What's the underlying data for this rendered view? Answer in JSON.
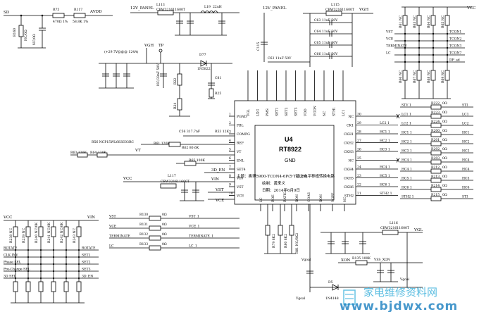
{
  "chip": {
    "ref": "U4",
    "part": "RT8922",
    "gnd": "GND",
    "note1": "主题：奥博5900-TCON4-6P(5·TCON)",
    "note2": "版之电平移植转换电路",
    "note3": "绘制：黄来义",
    "note4": "日期：2014年6月9日",
    "left_pins": [
      {
        "num": "1",
        "name": "PGND"
      },
      {
        "num": "2",
        "name": "FBL"
      },
      {
        "num": "3",
        "name": "COMPG"
      },
      {
        "num": "4",
        "name": "REF"
      },
      {
        "num": "5",
        "name": "VT"
      },
      {
        "num": "6",
        "name": "ENL"
      },
      {
        "num": "7",
        "name": "SET4"
      },
      {
        "num": "8",
        "name": "VIN"
      },
      {
        "num": "9",
        "name": "VST"
      },
      {
        "num": "10",
        "name": "VCE"
      }
    ],
    "right_pins": [
      {
        "num": "30",
        "name": "NC"
      },
      {
        "num": "29",
        "name": "CK1"
      },
      {
        "num": "28",
        "name": "CKH1"
      },
      {
        "num": "27",
        "name": "CKH2"
      },
      {
        "num": "26",
        "name": "CKH3"
      },
      {
        "num": "25",
        "name": "NC"
      },
      {
        "num": "24",
        "name": "CKH4"
      },
      {
        "num": "23",
        "name": "CKH5"
      },
      {
        "num": "22",
        "name": "CKH6"
      },
      {
        "num": "21",
        "name": "STH2"
      }
    ],
    "top_pins": [
      "VGL",
      "LXG",
      "PMS",
      "SET1",
      "SET2",
      "SET3",
      "VDD",
      "VGON",
      "NC",
      "STH1",
      "LC1"
    ],
    "bottom_pins": [
      "LC",
      "ROE",
      "RATIO",
      "XON",
      "GOAS",
      "XON",
      "VGPF",
      "NC"
    ]
  },
  "top_left": {
    "r75": "R75",
    "r75_val": "470Ω 1%",
    "r117": "R117",
    "r117_val": "58.8K 1%",
    "avdd": "AVDD",
    "sd": "SD",
    "r160": "R160",
    "r160_val": "NC/0Ω",
    "c_nc": "NC/0Ω"
  },
  "top_mid": {
    "panel1": "12V_PANEL",
    "l113": "L113",
    "l113_val": "CBW321611600T",
    "l19": "L19",
    "l19_val": "22uH",
    "panel2": "12V_PANEL",
    "c115": "C115",
    "vgh_label": "VGH",
    "tp": "TP",
    "d77": "D77",
    "d77_val": "1N5822",
    "vgh_range": "(+29.7V@@@ 124A)",
    "r22": "R22",
    "r24": "R24",
    "c81": "C81",
    "r25": "R25",
    "c_nc2": "NC/33nF 50V"
  },
  "top_right": {
    "l115": "L115",
    "l115_val": "CBW321611600T",
    "vgh": "VGH",
    "caps": [
      "C63 11uF 50V",
      "C64 11uF 50V",
      "C65 11uF 50V",
      "C66 11uF 50V"
    ],
    "c_lx": "C63 11uF 50V"
  },
  "connector": {
    "vcc": "VCC",
    "res": [
      "R61 NC",
      "R63 NC",
      "R64 NC",
      "R65 NC"
    ],
    "rows": [
      {
        "left": "VST",
        "right": "TCON1"
      },
      {
        "left": "VCE",
        "right": "TCON2"
      },
      {
        "left": "TERMINATE",
        "right": "TCON3"
      },
      {
        "left": "LC",
        "right": "TCON7"
      },
      {
        "left": "",
        "right": "DP_ad"
      }
    ],
    "lower_res": [
      "R66 NC",
      "R67 NC",
      "R68 NC",
      "R69 NC"
    ]
  },
  "left_nets": {
    "r56": "R56 NCP15WL683E03RC",
    "c_comp": "C56 317.7nF",
    "r53": "R53 12K",
    "r61": "R61 120K",
    "r62": "R62 80.6K",
    "r63": "R63 120K",
    "r64": "R64 120K",
    "r65": "R65 100K",
    "vt": "VT",
    "enl": "3D_EN",
    "vcc": "VCC",
    "l117": "L117",
    "l117_val": "CBW321611600T",
    "vin": "VIN",
    "vst": "VST",
    "vce": "VCE"
  },
  "right_nets": {
    "rows": [
      {
        "r": "R222",
        "rv": "0Ω",
        "net": "STV",
        "out": "STI"
      },
      {
        "r": "R223",
        "rv": "0Ω",
        "net": "LC1",
        "out": "LC1"
      },
      {
        "r": "R224",
        "rv": "0Ω",
        "net": "LC2",
        "out": "LC2"
      },
      {
        "r": "R200",
        "rv": "0Ω",
        "net": "HC1",
        "out": "HC1"
      },
      {
        "r": "R201",
        "rv": "0Ω",
        "net": "HC2",
        "out": "HC2"
      },
      {
        "r": "R202",
        "rv": "0Ω",
        "net": "HC3",
        "out": "HC3"
      },
      {
        "r": "R203",
        "rv": "0Ω",
        "net": "HC4",
        "out": "HC4"
      },
      {
        "r": "R212",
        "rv": "0Ω",
        "net": "HC4",
        "out": "HC4"
      },
      {
        "r": "R213",
        "rv": "0Ω",
        "net": "HC5",
        "out": "HC5"
      },
      {
        "r": "R214",
        "rv": "0Ω",
        "net": "HC6",
        "out": "HC6"
      },
      {
        "r": "R215",
        "rv": "0Ω",
        "net": "STH2",
        "out": "STI"
      }
    ],
    "pin_nets": [
      "",
      "LC2 1",
      "HC1 1",
      "HC2 1",
      "HC3 1",
      "",
      "HC4 1",
      "HC5 1",
      "HC6 1",
      "STH2 1"
    ]
  },
  "bottom_left": {
    "vcc": "VCC",
    "vin": "VIN",
    "rows": [
      {
        "left": "ROTATE",
        "right": "ROTATE"
      },
      {
        "left": "CLK INV",
        "right": "SET1"
      },
      {
        "left": "Phase SEL",
        "right": "SET2"
      },
      {
        "left": "Pre-Charge SEL",
        "right": "SET3"
      },
      {
        "left": "3D SEL",
        "right": "3D_EN"
      }
    ],
    "res": [
      "R238 NC",
      "R239 NC",
      "R240 NC/0K",
      "R241 NC/0K",
      "R242 NC/0K",
      "R243 NC"
    ]
  },
  "bottom_mid": {
    "rows": [
      {
        "in": "VST",
        "r": "R130",
        "rv": "0Ω",
        "out": "VST_1"
      },
      {
        "in": "VCE",
        "r": "R131",
        "rv": "0Ω",
        "out": "VCE_1"
      },
      {
        "in": "TERMINATE",
        "r": "R132",
        "rv": "0Ω",
        "out": "TERMINATE_1"
      },
      {
        "in": "LC",
        "r": "R133",
        "rv": "0Ω",
        "out": "LC_1"
      }
    ],
    "r_vals": [
      "R79 8K2",
      "R80 8K2",
      "R81 NC/8K2"
    ],
    "vgoal": "Vgoal",
    "vgoal2": "Vgoal"
  },
  "bottom_right": {
    "l116": "L116",
    "l116_val": "CBW321611600T",
    "vgl": "VGL",
    "xon": "XON",
    "r_xon": "R135 100K",
    "vss_xon": "VSS_XON",
    "d5": "D5",
    "d5_val": "1N4148",
    "vgoal": "Vgoal"
  },
  "watermark": {
    "line1": "家电维修资料网",
    "line2": "www.bjdwx.com"
  }
}
